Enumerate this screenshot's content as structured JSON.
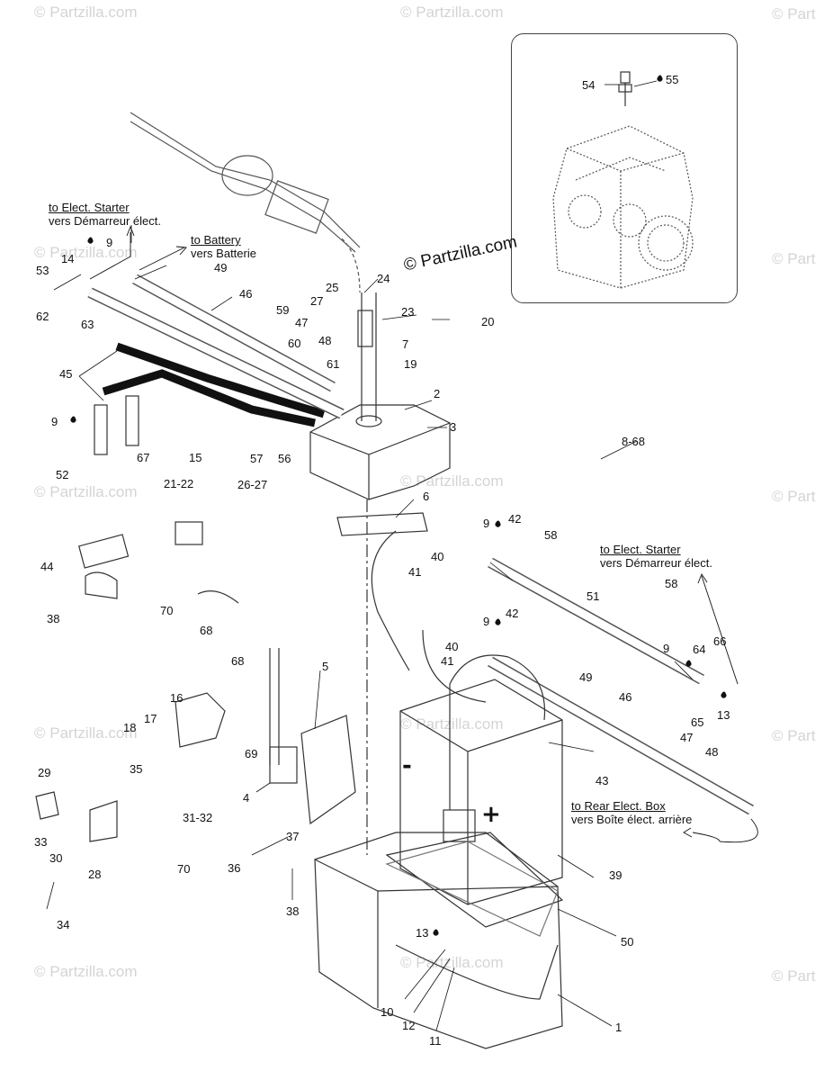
{
  "watermark": "© Partzilla.com",
  "watermark_short": "© Part",
  "notes": {
    "elec_starter_top": {
      "en": "to Elect. Starter",
      "fr": "vers Démarreur élect."
    },
    "battery": {
      "en": "to Battery",
      "fr": "vers Batterie"
    },
    "elec_starter_right": {
      "en": "to Elect. Starter",
      "fr": "vers Démarreur élect."
    },
    "rear_box": {
      "en": "to Rear Elect. Box",
      "fr": "vers Boîte élect. arrière"
    }
  },
  "symbols": {
    "minus": "-",
    "plus": "+"
  },
  "callouts": [
    {
      "id": "c54",
      "text": "54"
    },
    {
      "id": "c55",
      "text": "55"
    },
    {
      "id": "c9a",
      "text": "9"
    },
    {
      "id": "c14",
      "text": "14"
    },
    {
      "id": "c53",
      "text": "53"
    },
    {
      "id": "c62",
      "text": "62"
    },
    {
      "id": "c49a",
      "text": "49"
    },
    {
      "id": "c46a",
      "text": "46"
    },
    {
      "id": "c63",
      "text": "63"
    },
    {
      "id": "c59",
      "text": "59"
    },
    {
      "id": "c47a",
      "text": "47"
    },
    {
      "id": "c60",
      "text": "60"
    },
    {
      "id": "c48a",
      "text": "48"
    },
    {
      "id": "c27",
      "text": "27"
    },
    {
      "id": "c25",
      "text": "25"
    },
    {
      "id": "c24",
      "text": "24"
    },
    {
      "id": "c23",
      "text": "23"
    },
    {
      "id": "c20",
      "text": "20"
    },
    {
      "id": "c7",
      "text": "7"
    },
    {
      "id": "c19",
      "text": "19"
    },
    {
      "id": "c61",
      "text": "61"
    },
    {
      "id": "c45",
      "text": "45"
    },
    {
      "id": "c2",
      "text": "2"
    },
    {
      "id": "c3",
      "text": "3"
    },
    {
      "id": "c9b",
      "text": "9"
    },
    {
      "id": "c52",
      "text": "52"
    },
    {
      "id": "c67",
      "text": "67"
    },
    {
      "id": "c15",
      "text": "15"
    },
    {
      "id": "c57",
      "text": "57"
    },
    {
      "id": "c56",
      "text": "56"
    },
    {
      "id": "c868",
      "text": "8-68"
    },
    {
      "id": "c2122",
      "text": "21-22"
    },
    {
      "id": "c2627",
      "text": "26-27"
    },
    {
      "id": "c6",
      "text": "6"
    },
    {
      "id": "c44",
      "text": "44"
    },
    {
      "id": "c38a",
      "text": "38"
    },
    {
      "id": "c70a",
      "text": "70"
    },
    {
      "id": "c68a",
      "text": "68"
    },
    {
      "id": "c9c",
      "text": "9"
    },
    {
      "id": "c42a",
      "text": "42"
    },
    {
      "id": "c58a",
      "text": "58"
    },
    {
      "id": "c40a",
      "text": "40"
    },
    {
      "id": "c41a",
      "text": "41"
    },
    {
      "id": "c51",
      "text": "51"
    },
    {
      "id": "c58b",
      "text": "58"
    },
    {
      "id": "c9d",
      "text": "9"
    },
    {
      "id": "c42b",
      "text": "42"
    },
    {
      "id": "c40b",
      "text": "40"
    },
    {
      "id": "c41b",
      "text": "41"
    },
    {
      "id": "c49b",
      "text": "49"
    },
    {
      "id": "c9e",
      "text": "9"
    },
    {
      "id": "c64",
      "text": "64"
    },
    {
      "id": "c66",
      "text": "66"
    },
    {
      "id": "c65",
      "text": "65"
    },
    {
      "id": "c13a",
      "text": "13"
    },
    {
      "id": "c46b",
      "text": "46"
    },
    {
      "id": "c47b",
      "text": "47"
    },
    {
      "id": "c48b",
      "text": "48"
    },
    {
      "id": "c43",
      "text": "43"
    },
    {
      "id": "c68b",
      "text": "68"
    },
    {
      "id": "c5",
      "text": "5"
    },
    {
      "id": "c16",
      "text": "16"
    },
    {
      "id": "c17",
      "text": "17"
    },
    {
      "id": "c18",
      "text": "18"
    },
    {
      "id": "c69",
      "text": "69"
    },
    {
      "id": "c4",
      "text": "4"
    },
    {
      "id": "c35",
      "text": "35"
    },
    {
      "id": "c29",
      "text": "29"
    },
    {
      "id": "c3132",
      "text": "31-32"
    },
    {
      "id": "c37",
      "text": "37"
    },
    {
      "id": "c33",
      "text": "33"
    },
    {
      "id": "c30",
      "text": "30"
    },
    {
      "id": "c28",
      "text": "28"
    },
    {
      "id": "c70b",
      "text": "70"
    },
    {
      "id": "c36",
      "text": "36"
    },
    {
      "id": "c38b",
      "text": "38"
    },
    {
      "id": "c34",
      "text": "34"
    },
    {
      "id": "c39",
      "text": "39"
    },
    {
      "id": "c50",
      "text": "50"
    },
    {
      "id": "c13b",
      "text": "13"
    },
    {
      "id": "c10",
      "text": "10"
    },
    {
      "id": "c12",
      "text": "12"
    },
    {
      "id": "c11",
      "text": "11"
    },
    {
      "id": "c1",
      "text": "1"
    }
  ]
}
